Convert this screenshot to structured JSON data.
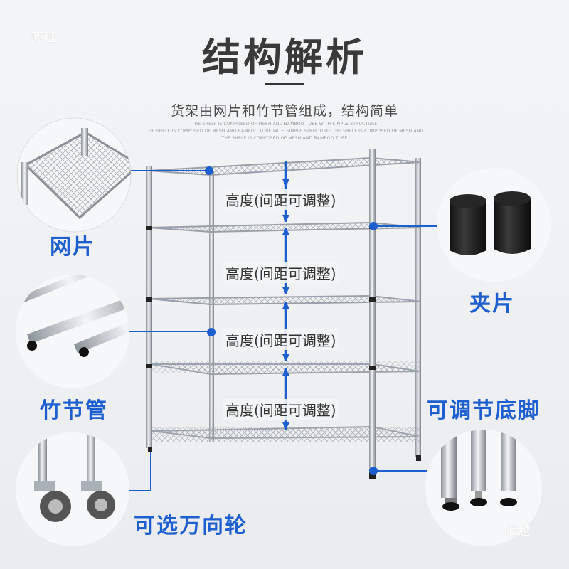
{
  "watermark": "藤越",
  "title": "结构解析",
  "subtitle": "货架由网片和竹节管组成，结构简单",
  "fine_print": [
    "THE SHELF IS COMPOSED OF MESH AND BAMBOO TUBE WITH SIMPLE STRUCTURE",
    "THE SHELF IS COMPOSED OF MESH AND BAMBOO TUBE WITH SIMPLE STRUCTURE  THE SHELF IS COMPOSED OF MESH AND",
    "THE SHELF IS COMPOSED OF MESH AND BAMBOO TUBE"
  ],
  "parts": {
    "mesh": "网片",
    "clip": "夹片",
    "tube": "竹节管",
    "foot": "可调节底脚",
    "caster": "可选万向轮"
  },
  "height_label": "高度(间距可调整)",
  "colors": {
    "accent": "#1d5fce",
    "title": "#3a3a3a",
    "chrome": "#b9bfc6"
  }
}
